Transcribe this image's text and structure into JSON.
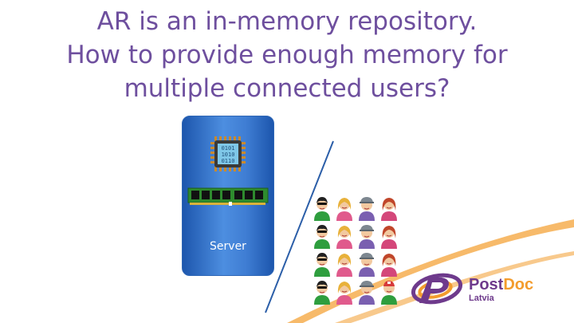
{
  "slide": {
    "title_lines": [
      "AR is an in-memory repository.",
      "How to provide enough memory for",
      "multiple connected users?"
    ]
  },
  "server": {
    "label": "Server",
    "cpu_bits": [
      "0101",
      "1010",
      "0110"
    ]
  },
  "users": {
    "grid_rows": 4,
    "grid_cols": 4,
    "avatar_types": [
      "man-dark-hair",
      "woman-blonde",
      "man-gray-cap",
      "woman-red-hair"
    ]
  },
  "logo": {
    "name_part1": "Post",
    "name_part2": "Doc",
    "subtitle": "Latvia"
  },
  "colors": {
    "title": "#6e4f9e",
    "server_blue": "#3f7dd3",
    "accent_orange": "#f39c2d",
    "brand_purple": "#6e3a8c",
    "divider_line": "#2b5ea8"
  }
}
